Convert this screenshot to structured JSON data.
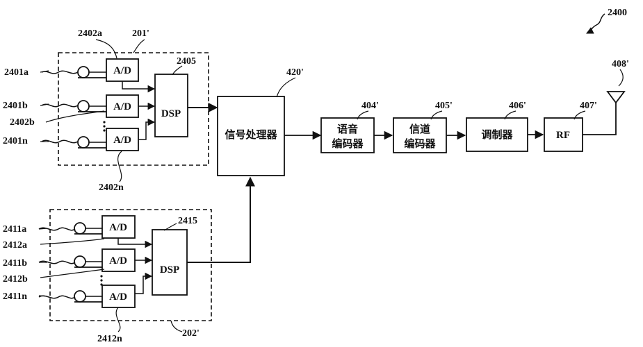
{
  "figure": {
    "number": "2400",
    "group_top": "201'",
    "group_bottom": "202'"
  },
  "boxes": {
    "ad": "A/D",
    "dsp": "DSP",
    "signal_processor": "信号处理器",
    "speech_encoder_line1": "语音",
    "speech_encoder_line2": "编码器",
    "channel_encoder_line1": "信道",
    "channel_encoder_line2": "编码器",
    "modulator": "调制器",
    "rf": "RF"
  },
  "refs": {
    "r2402a": "2402a",
    "r2401a": "2401a",
    "r2401b": "2401b",
    "r2402b": "2402b",
    "r2401n": "2401n",
    "r2402n": "2402n",
    "r2405": "2405",
    "r420": "420'",
    "r404": "404'",
    "r405": "405'",
    "r406": "406'",
    "r407": "407'",
    "r408": "408'",
    "r2411a": "2411a",
    "r2412a": "2412a",
    "r2411b": "2411b",
    "r2412b": "2412b",
    "r2411n": "2411n",
    "r2412n": "2412n",
    "r2415": "2415"
  }
}
